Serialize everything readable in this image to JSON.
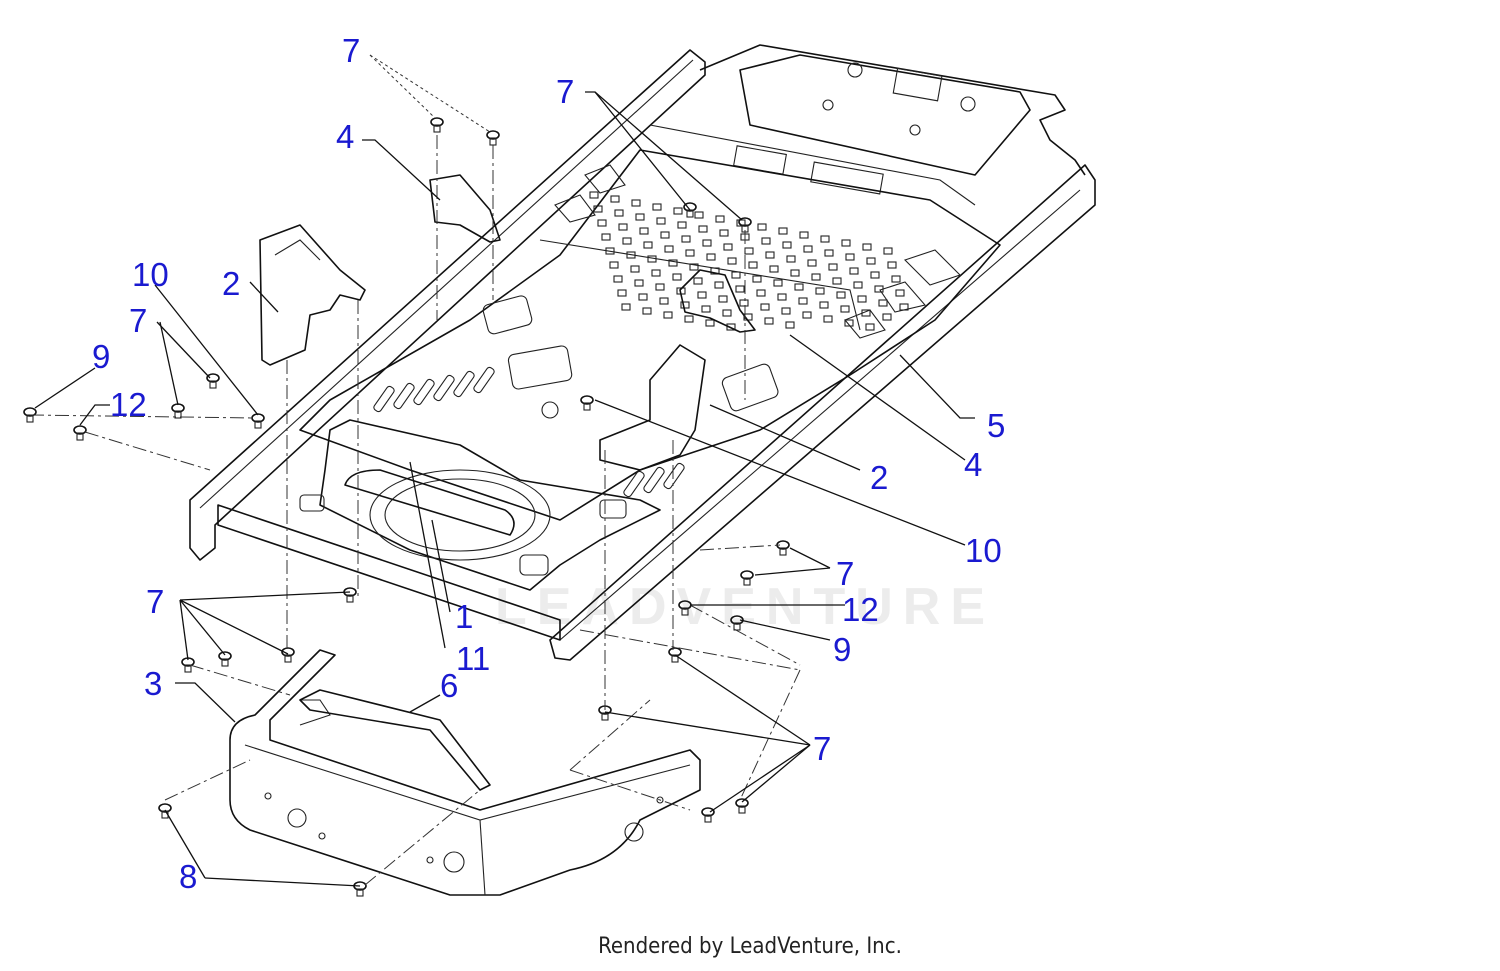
{
  "footer": "Rendered by LeadVenture, Inc.",
  "watermark": "LEADVENTURE",
  "colors": {
    "callout": "#1a1ad0",
    "lines": "#111111",
    "watermark": "#ececec"
  },
  "callouts": [
    "7",
    "4",
    "7",
    "2",
    "10",
    "7",
    "9",
    "12",
    "5",
    "2",
    "4",
    "10",
    "7",
    "12",
    "9",
    "1",
    "11",
    "7",
    "3",
    "6",
    "7",
    "8"
  ]
}
